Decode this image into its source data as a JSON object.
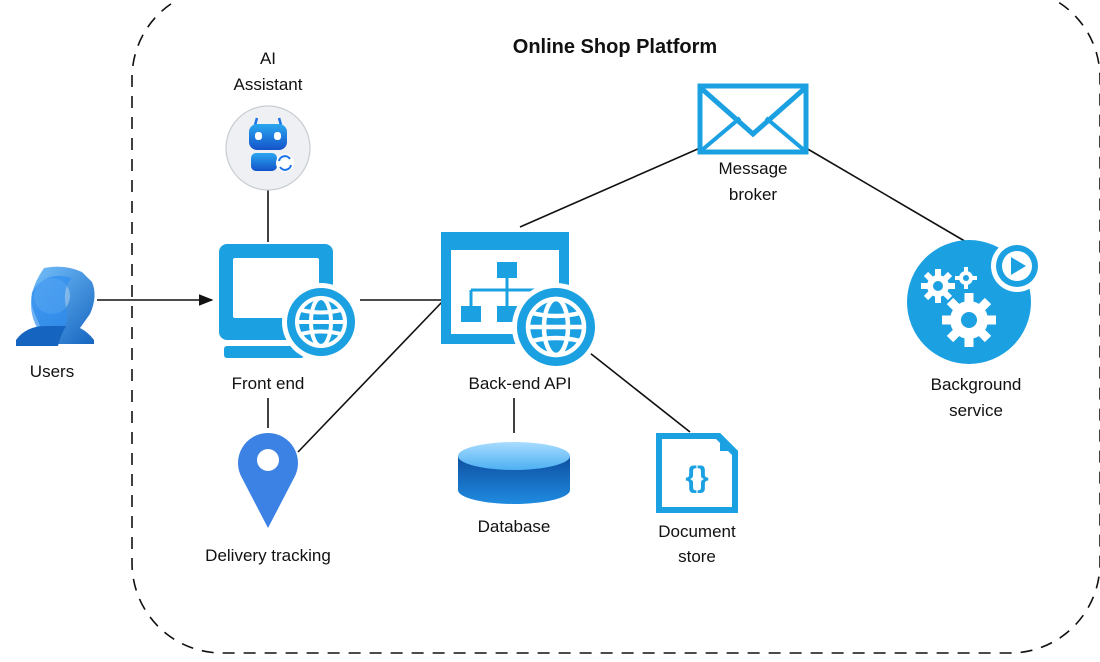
{
  "diagram": {
    "title": "Online Shop Platform",
    "nodes": {
      "users": {
        "label": "Users"
      },
      "ai_assistant": {
        "label_lines": [
          "AI",
          "Assistant"
        ]
      },
      "front_end": {
        "label": "Front end"
      },
      "delivery_tracking": {
        "label": "Delivery tracking"
      },
      "backend_api": {
        "label": "Back-end API"
      },
      "database": {
        "label": "Database"
      },
      "document_store": {
        "label_lines": [
          "Document",
          "store"
        ]
      },
      "message_broker": {
        "label_lines": [
          "Message",
          "broker"
        ]
      },
      "background_service": {
        "label_lines": [
          "Background",
          "service"
        ]
      }
    },
    "icons": {
      "users": "users-icon",
      "ai_assistant": "robot-icon",
      "front_end": "monitor-globe-icon",
      "delivery_tracking": "map-pin-icon",
      "backend_api": "sitemap-globe-icon",
      "database": "database-icon",
      "document_store": "json-document-icon",
      "message_broker": "envelope-icon",
      "background_service": "gears-play-icon"
    },
    "colors": {
      "azure": "#1ba0e2",
      "azure_dark": "#0a78d4",
      "pin_blue": "#3b82e4",
      "line": "#111111"
    }
  }
}
